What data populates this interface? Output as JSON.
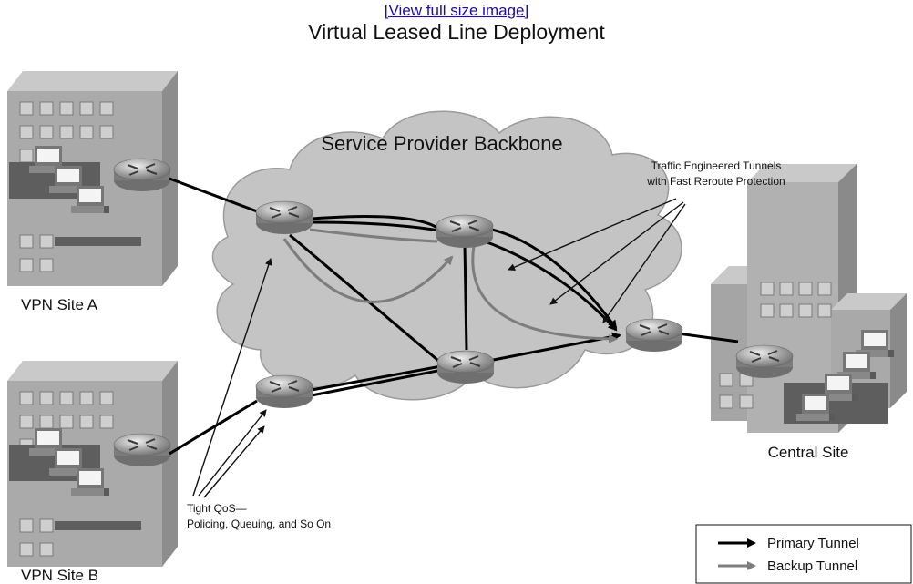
{
  "link": {
    "label": "[View full size image]"
  },
  "diagram": {
    "title": "Virtual Leased Line Deployment",
    "cloud_label": "Service Provider Backbone",
    "callout_te": [
      "Traffic Engineered Tunnels",
      "with Fast Reroute Protection"
    ],
    "callout_qos": [
      "Tight QoS—",
      "Policing, Queuing, and So On"
    ],
    "sites": {
      "a": "VPN Site A",
      "b": "VPN Site B",
      "central": "Central Site"
    },
    "legend": {
      "primary": "Primary Tunnel",
      "backup": "Backup Tunnel"
    },
    "colors": {
      "cloud": "#c4c4c4",
      "building": "#a9a9a9",
      "primary": "#000000",
      "backup": "#7d7d7d"
    }
  }
}
